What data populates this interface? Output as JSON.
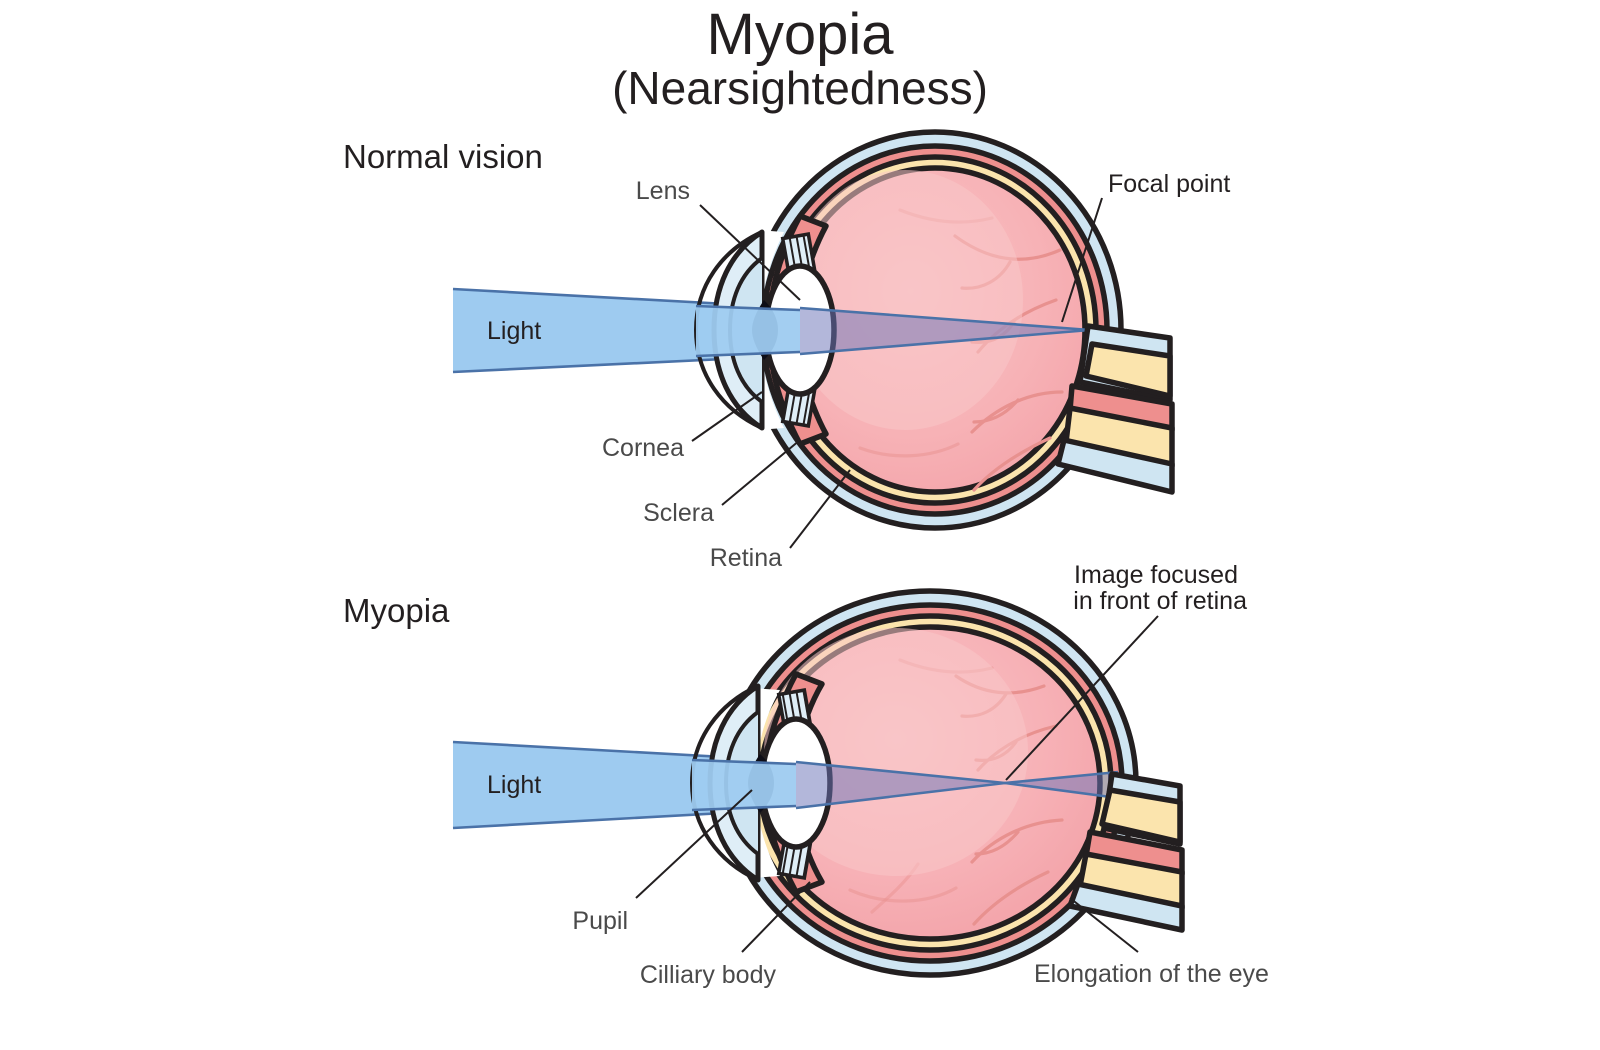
{
  "title": {
    "main": "Myopia",
    "sub": "(Nearsightedness)"
  },
  "panels": [
    {
      "id": "normal",
      "heading": "Normal vision",
      "beam_label": "Light",
      "labels": [
        {
          "name": "lens",
          "text": "Lens"
        },
        {
          "name": "focal-point",
          "text": "Focal point"
        },
        {
          "name": "cornea",
          "text": "Cornea"
        },
        {
          "name": "sclera",
          "text": "Sclera"
        },
        {
          "name": "retina",
          "text": "Retina"
        }
      ]
    },
    {
      "id": "myopia",
      "heading": "Myopia",
      "beam_label": "Light",
      "labels": [
        {
          "name": "image-focus",
          "text_line1": "Image focused",
          "text_line2": "in front of retina"
        },
        {
          "name": "pupil",
          "text": "Pupil"
        },
        {
          "name": "cilliary-body",
          "text": "Cilliary body"
        },
        {
          "name": "elongation",
          "text": "Elongation of the eye"
        }
      ]
    }
  ],
  "colors": {
    "sclera": "#cfe5f2",
    "choroid": "#ee8f8e",
    "retina": "#fbe4ad",
    "vitreous": "#f7b0b5",
    "vitreous_highlight": "#f9c2c5",
    "lens": "#ffffff",
    "cornea": "#dfeef7",
    "iris": "#0d0d16",
    "beam": "#9ecbf0",
    "beam_edge": "#4a72a8",
    "cone": "#8d8fc4",
    "outline": "#231f20",
    "text": "#231f20",
    "text_muted": "#4a4a4a"
  }
}
